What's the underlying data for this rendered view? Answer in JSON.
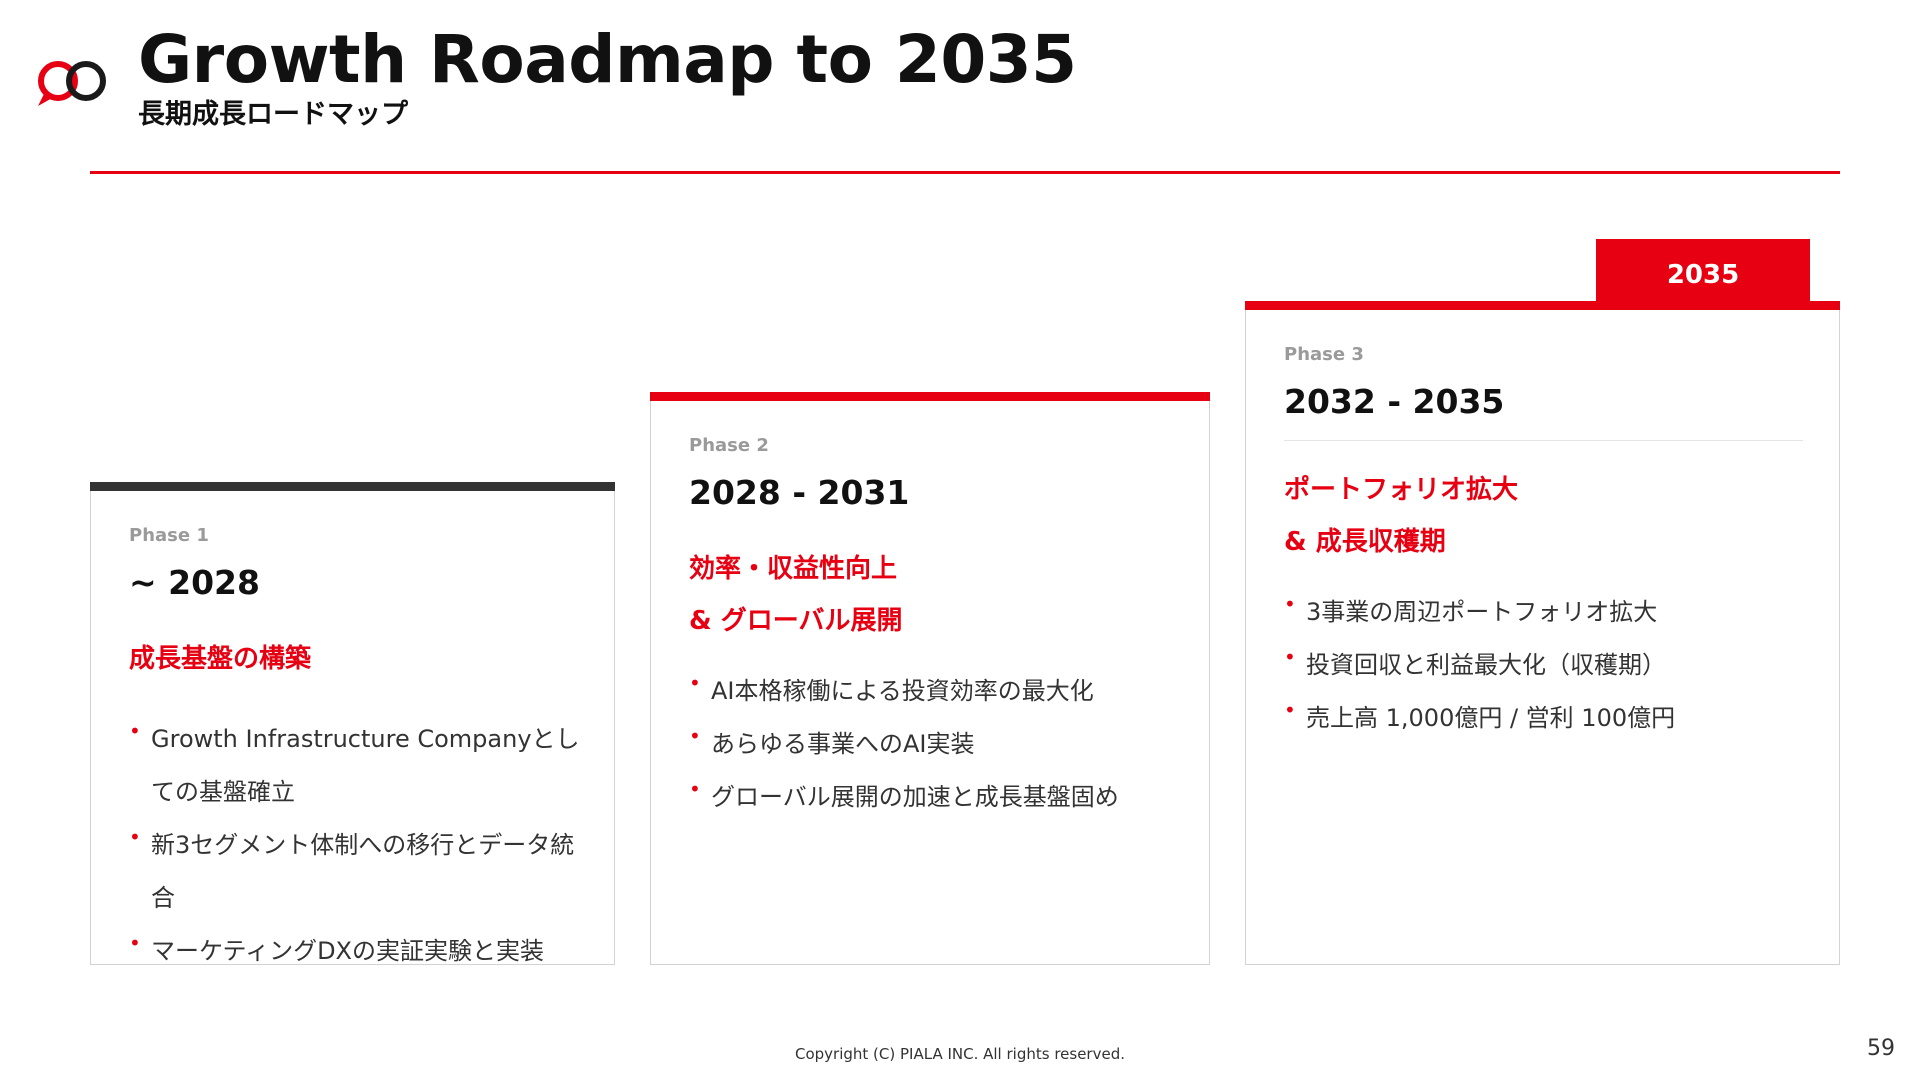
{
  "header": {
    "title": "Growth Roadmap to 2035",
    "subtitle": "長期成長ロードマップ"
  },
  "colors": {
    "accent": "#e60012",
    "phase1_bar": "#333333",
    "muted": "#9a9a9a"
  },
  "tab": {
    "label": "2035"
  },
  "phases": [
    {
      "phase": "Phase 1",
      "years": "~ 2028",
      "heading_lines": [
        "成長基盤の構築"
      ],
      "items": [
        "Growth Infrastructure Companyとしての基盤確立",
        "新3セグメント体制への移行とデータ統合",
        "マーケティングDXの実証実験と実装"
      ]
    },
    {
      "phase": "Phase 2",
      "years": "2028 - 2031",
      "heading_lines": [
        "効率・収益性向上",
        "& グローバル展開"
      ],
      "items": [
        "AI本格稼働による投資効率の最大化",
        "あらゆる事業へのAI実装",
        "グローバル展開の加速と成長基盤固め"
      ]
    },
    {
      "phase": "Phase 3",
      "years": "2032 - 2035",
      "heading_lines": [
        "ポートフォリオ拡大",
        "& 成長収穫期"
      ],
      "items": [
        "3事業の周辺ポートフォリオ拡大",
        "投資回収と利益最大化（収穫期）",
        "売上高 1,000億円 / 営利 100億円"
      ]
    }
  ],
  "footer": {
    "copyright": "Copyright (C) PIALA INC. All rights reserved.",
    "page": "59"
  }
}
